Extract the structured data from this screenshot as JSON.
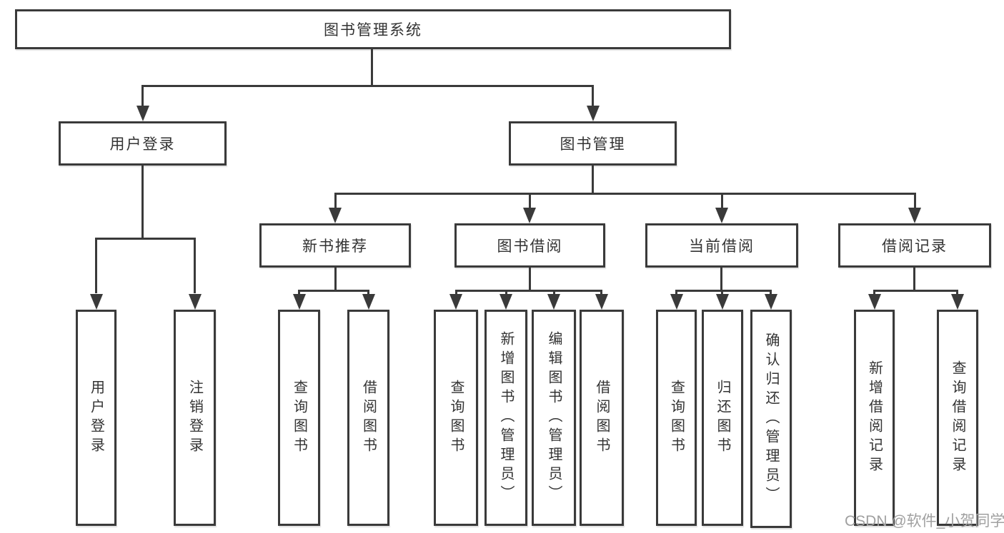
{
  "tree": {
    "root": {
      "label": "图书管理系统"
    },
    "level2": [
      {
        "label": "用户登录",
        "leaves": [
          {
            "label": "用户登录"
          },
          {
            "label": "注销登录"
          }
        ]
      },
      {
        "label": "图书管理",
        "groups": [
          {
            "label": "新书推荐",
            "leaves": [
              {
                "label": "查询图书"
              },
              {
                "label": "借阅图书"
              }
            ]
          },
          {
            "label": "图书借阅",
            "leaves": [
              {
                "label": "查询图书"
              },
              {
                "label": "新增图书（管理员）"
              },
              {
                "label": "编辑图书（管理员）"
              },
              {
                "label": "借阅图书"
              }
            ]
          },
          {
            "label": "当前借阅",
            "leaves": [
              {
                "label": "查询图书"
              },
              {
                "label": "归还图书"
              },
              {
                "label": "确认归还（管理员）"
              }
            ]
          },
          {
            "label": "借阅记录",
            "leaves": [
              {
                "label": "新增借阅记录"
              },
              {
                "label": "查询借阅记录"
              }
            ]
          }
        ]
      }
    ]
  },
  "watermark": {
    "text": "CSDN @软件_小贺同学"
  },
  "colors": {
    "line": "#3a3a3a",
    "text": "#333333",
    "watermark": "#a0a0a0",
    "background": "#ffffff"
  }
}
